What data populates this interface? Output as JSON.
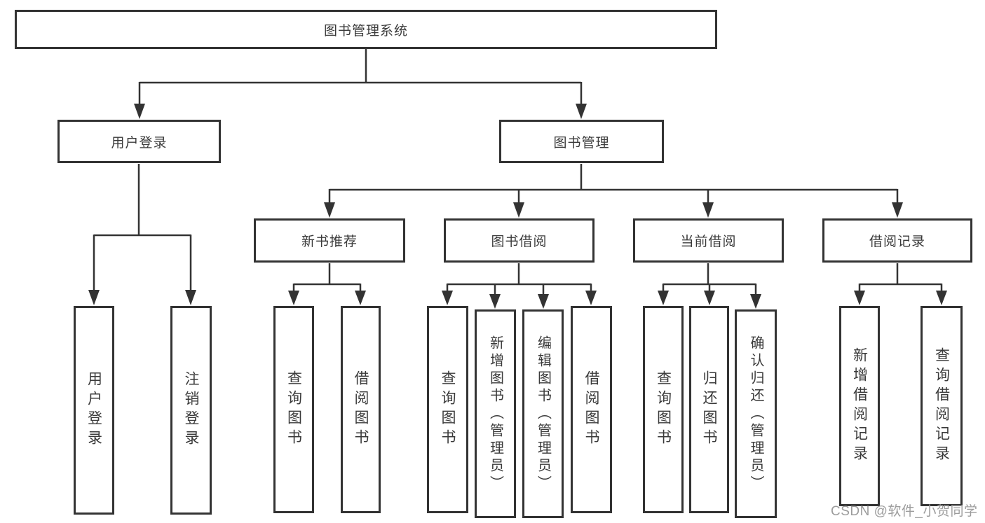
{
  "colors": {
    "line": "#333333",
    "box_border": "#333333",
    "text": "#3a3a3a",
    "watermark": "#9c9c9c",
    "background": "#ffffff"
  },
  "root": {
    "label": "图书管理系统"
  },
  "level2": [
    {
      "label": "用户登录"
    },
    {
      "label": "图书管理"
    }
  ],
  "level3": [
    {
      "label": "新书推荐"
    },
    {
      "label": "图书借阅"
    },
    {
      "label": "当前借阅"
    },
    {
      "label": "借阅记录"
    }
  ],
  "leaves": {
    "user_login": [
      {
        "label": "用户登录"
      },
      {
        "label": "注销登录"
      }
    ],
    "new_book": [
      {
        "label": "查询图书"
      },
      {
        "label": "借阅图书"
      }
    ],
    "book_borrow": [
      {
        "label": "查询图书"
      },
      {
        "label": "新增图书（管理员）"
      },
      {
        "label": "编辑图书（管理员）"
      },
      {
        "label": "借阅图书"
      }
    ],
    "current_borrow": [
      {
        "label": "查询图书"
      },
      {
        "label": "归还图书"
      },
      {
        "label": "确认归还（管理员）"
      }
    ],
    "borrow_records": [
      {
        "label": "新增借阅记录"
      },
      {
        "label": "查询借阅记录"
      }
    ]
  },
  "watermark": "CSDN @软件_小贺同学"
}
